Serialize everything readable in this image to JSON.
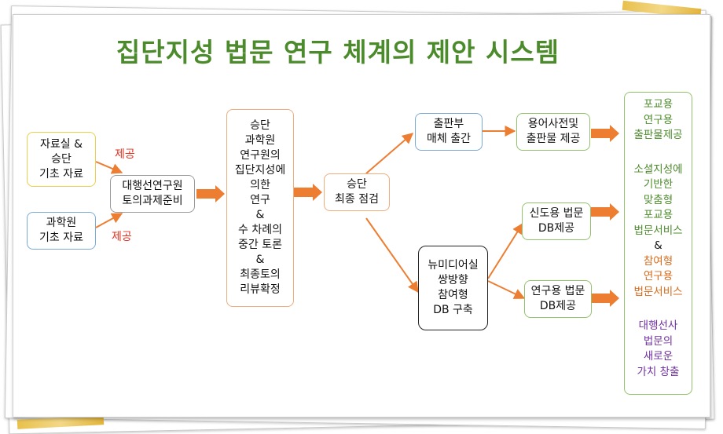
{
  "title": "집단지성 법문 연구 체계의 제안 시스템",
  "colors": {
    "title": "#4c8b2b",
    "arrow": "#ed7d31",
    "label_red": "#e0301e",
    "outcome_green": "#4c8b2b",
    "outcome_orange": "#d86a1a",
    "outcome_purple": "#7030a0"
  },
  "nodes": {
    "source_archive": "자료실 &\n승단\n기초 자료",
    "source_institute": "과학원\n기초 자료",
    "prep": "대행선연구원\n토의과제준비",
    "research": "승단\n과학원\n연구원의\n집단지성에\n의한\n연구\n&\n수 차례의\n중간 토론\n&\n최종토의\n리뷰확정",
    "review": "승단\n최종 점검",
    "publishing": "출판부\n매체 출간",
    "new_media": "뉴미디어실\n쌍방향\n참여형\nDB 구축",
    "glossary": "용어사전및\n출판물 제공",
    "missionary_db": "신도용 법문\nDB제공",
    "research_db": "연구용 법문\nDB제공"
  },
  "labels": {
    "provide_top": "제공",
    "provide_bottom": "제공"
  },
  "outcomes": {
    "group1": [
      "포교용",
      "연구용",
      "출판물제공"
    ],
    "group2": [
      "소셜지성에",
      "기반한",
      "맞춤형",
      "포교용",
      "법문서비스"
    ],
    "and": "&",
    "group3": [
      "참여형",
      "연구용",
      "법문서비스"
    ],
    "group4": [
      "대행선사",
      "법문의",
      "새로운",
      "가치 창출"
    ]
  }
}
